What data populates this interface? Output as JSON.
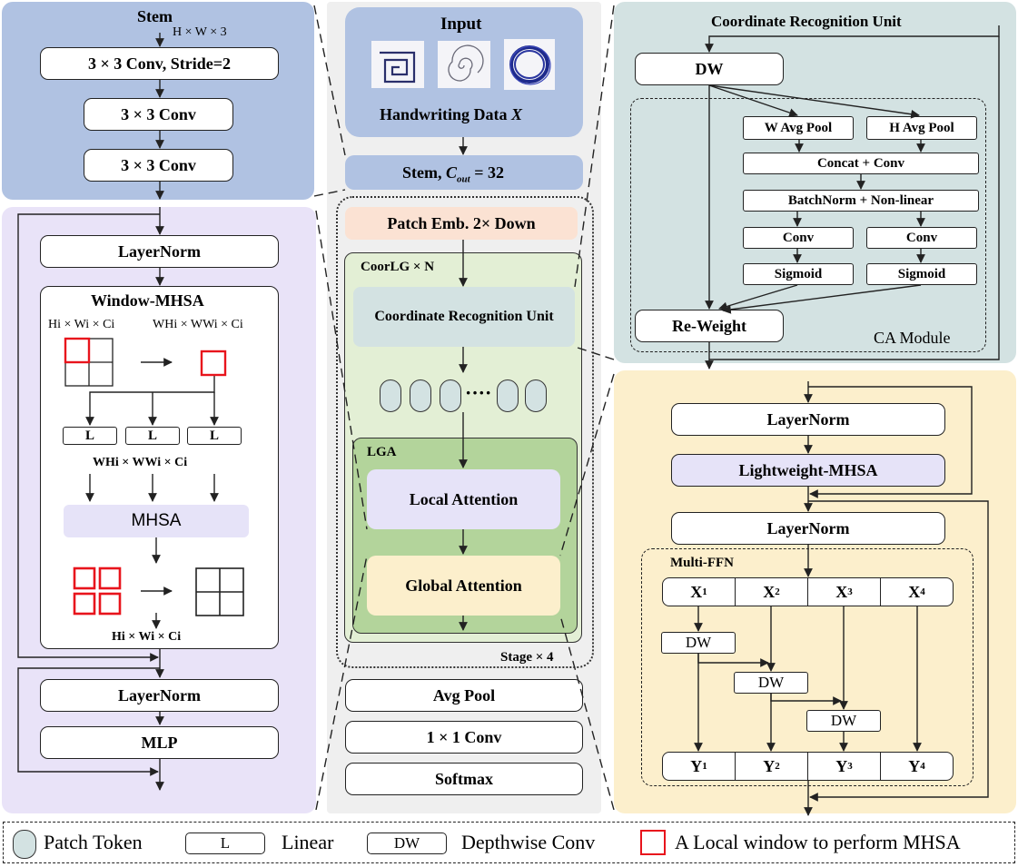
{
  "stem_panel": {
    "title": "Stem",
    "dims": "H × W × 3",
    "conv1": "3 × 3 Conv, Stride=2",
    "conv2": "3 × 3 Conv",
    "conv3": "3 × 3 Conv"
  },
  "block_panel": {
    "layernorm_top": "LayerNorm",
    "window_title": "Window-MHSA",
    "dims_left": "Hi × Wi × Ci",
    "dims_right": "WHi × WWi × Ci",
    "linear": "L",
    "dims_mid": "WHi × WWi × Ci",
    "mhsa": "MHSA",
    "dims_out": "Hi × Wi × Ci",
    "layernorm_bottom": "LayerNorm",
    "mlp": "MLP"
  },
  "center": {
    "input_title": "Input",
    "input_caption": "Handwriting Data",
    "input_var": "X",
    "stem_label": "Stem,",
    "stem_c": "C",
    "stem_sub": "out",
    "stem_eq": " = 32",
    "patch_emb": "Patch Emb. 2× Down",
    "coorlg": "CoorLG × N",
    "cru": "Coordinate Recognition Unit",
    "dots": "····",
    "lga": "LGA",
    "local_attention": "Local Attention",
    "global_attention": "Global Attention",
    "stage": "Stage × 4",
    "avg_pool": "Avg Pool",
    "conv1x1": "1 × 1 Conv",
    "softmax": "Softmax"
  },
  "cru_panel": {
    "title": "Coordinate Recognition Unit",
    "dw": "DW",
    "w_avg_pool": "W Avg Pool",
    "h_avg_pool": "H Avg Pool",
    "concat_conv": "Concat + Conv",
    "batchnorm": "BatchNorm + Non-linear",
    "conv": "Conv",
    "sigmoid": "Sigmoid",
    "reweight": "Re-Weight",
    "ca_module": "CA Module"
  },
  "lga_panel": {
    "layernorm1": "LayerNorm",
    "lightweight_mhsa": "Lightweight-MHSA",
    "layernorm2": "LayerNorm",
    "multi_ffn": "Multi-FFN",
    "x": [
      "X",
      "X",
      "X",
      "X"
    ],
    "y": [
      "Y",
      "Y",
      "Y",
      "Y"
    ],
    "idx": [
      "1",
      "2",
      "3",
      "4"
    ],
    "dw": "DW"
  },
  "legend": {
    "patch_token": "Patch Token",
    "l_box": "L",
    "linear": "Linear",
    "dw_box": "DW",
    "depthwise": "Depthwise Conv",
    "local_window": "A Local window to perform MHSA"
  },
  "colors": {
    "stem_bg": "#b0c2e2",
    "block_bg": "#e9e3f8",
    "center_bg": "#efefef",
    "cru_bg": "#d3e2e2",
    "lga_bg": "#fcefcc",
    "coorlg_bg": "#e3efd5",
    "lga_inner_bg": "#b3d49b",
    "patch_emb_bg": "#fbe2d3",
    "local_attn_bg": "#e6e3f8",
    "global_attn_bg": "#fcefcc",
    "red": "#e8141c"
  }
}
